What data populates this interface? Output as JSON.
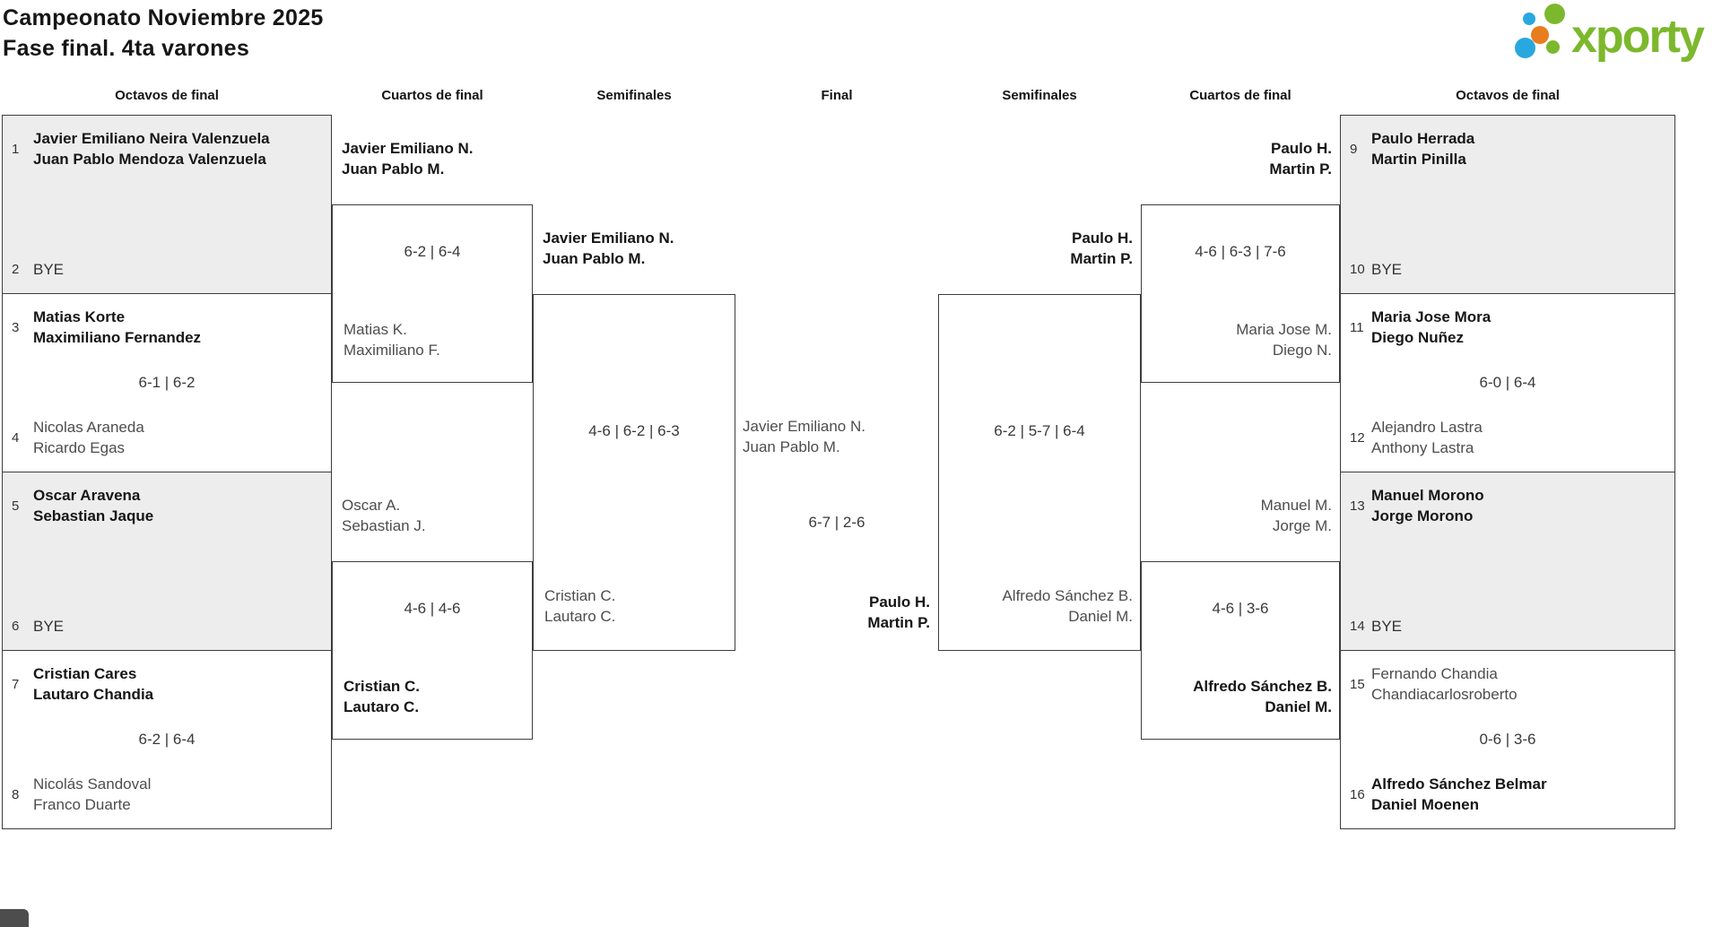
{
  "title": {
    "line1": "Campeonato Noviembre 2025",
    "line2": "Fase final. 4ta varones"
  },
  "logo": {
    "text": "xporty",
    "green": "#7cb82d",
    "blue": "#29a8e0",
    "orange": "#e87d1e"
  },
  "colors": {
    "bye_background": "#ededed",
    "box_border": "#3d3d3d",
    "loser_text": "#4d4d4d"
  },
  "rounds": {
    "oct_l": "Octavos de final",
    "qf_l": "Cuartos de final",
    "sf_l": "Semifinales",
    "final": "Final",
    "sf_r": "Semifinales",
    "qf_r": "Cuartos de final",
    "oct_r": "Octavos de final"
  },
  "octavos_left": [
    {
      "seed_a": "1",
      "a1": "Javier Emiliano Neira Valenzuela",
      "a2": "Juan Pablo Mendoza Valenzuela",
      "a_win": true,
      "score": "",
      "seed_b": "2",
      "b1": "BYE",
      "b2": "",
      "b_win": false,
      "bye": true
    },
    {
      "seed_a": "3",
      "a1": "Matias Korte",
      "a2": "Maximiliano Fernandez",
      "a_win": true,
      "score": "6-1 | 6-2",
      "seed_b": "4",
      "b1": "Nicolas Araneda",
      "b2": "Ricardo Egas",
      "b_win": false,
      "bye": false
    },
    {
      "seed_a": "5",
      "a1": "Oscar Aravena",
      "a2": "Sebastian Jaque",
      "a_win": true,
      "score": "",
      "seed_b": "6",
      "b1": "BYE",
      "b2": "",
      "b_win": false,
      "bye": true
    },
    {
      "seed_a": "7",
      "a1": "Cristian Cares",
      "a2": "Lautaro Chandia",
      "a_win": true,
      "score": "6-2 | 6-4",
      "seed_b": "8",
      "b1": "Nicolás Sandoval",
      "b2": "Franco Duarte",
      "b_win": false,
      "bye": false
    }
  ],
  "octavos_right": [
    {
      "seed_a": "9",
      "a1": "Paulo Herrada",
      "a2": "Martin Pinilla",
      "a_win": true,
      "score": "",
      "seed_b": "10",
      "b1": "BYE",
      "b2": "",
      "b_win": false,
      "bye": true
    },
    {
      "seed_a": "11",
      "a1": "Maria Jose Mora",
      "a2": "Diego Nuñez",
      "a_win": true,
      "score": "6-0 | 6-4",
      "seed_b": "12",
      "b1": "Alejandro Lastra",
      "b2": "Anthony Lastra",
      "b_win": false,
      "bye": false
    },
    {
      "seed_a": "13",
      "a1": "Manuel Morono",
      "a2": "Jorge Morono",
      "a_win": true,
      "score": "",
      "seed_b": "14",
      "b1": "BYE",
      "b2": "",
      "b_win": false,
      "bye": true
    },
    {
      "seed_a": "15",
      "a1": "Fernando Chandia",
      "a2": "Chandiacarlosroberto",
      "a_win": false,
      "score": "0-6 | 3-6",
      "seed_b": "16",
      "b1": "Alfredo Sánchez Belmar",
      "b2": "Daniel Moenen",
      "b_win": true,
      "bye": false
    }
  ],
  "cuartos_left": [
    {
      "a1": "Javier Emiliano N.",
      "a2": "Juan Pablo M.",
      "a_win": true,
      "score": "6-2 | 6-4",
      "b1": "Matias K.",
      "b2": "Maximiliano F.",
      "b_win": false
    },
    {
      "a1": "Oscar A.",
      "a2": "Sebastian J.",
      "a_win": false,
      "score": "4-6 | 4-6",
      "b1": "Cristian C.",
      "b2": "Lautaro C.",
      "b_win": true
    }
  ],
  "cuartos_right": [
    {
      "a1": "Paulo H.",
      "a2": "Martin P.",
      "a_win": true,
      "score": "4-6 | 6-3 | 7-6",
      "b1": "Maria Jose M.",
      "b2": "Diego N.",
      "b_win": false
    },
    {
      "a1": "Manuel M.",
      "a2": "Jorge M.",
      "a_win": false,
      "score": "4-6 | 3-6",
      "b1": "Alfredo Sánchez B.",
      "b2": "Daniel M.",
      "b_win": true
    }
  ],
  "semi_left": {
    "a1": "Javier Emiliano N.",
    "a2": "Juan Pablo M.",
    "a_win": true,
    "score": "4-6 | 6-2 | 6-3",
    "b1": "Cristian C.",
    "b2": "Lautaro C.",
    "b_win": false
  },
  "semi_right": {
    "a1": "Paulo H.",
    "a2": "Martin P.",
    "a_win": true,
    "score": "6-2 | 5-7 | 6-4",
    "b1": "Alfredo Sánchez B.",
    "b2": "Daniel M.",
    "b_win": false
  },
  "final": {
    "a1": "Javier Emiliano N.",
    "a2": "Juan Pablo M.",
    "a_win": false,
    "score": "6-7 | 2-6",
    "b1": "Paulo H.",
    "b2": "Martin P.",
    "b_win": true
  }
}
